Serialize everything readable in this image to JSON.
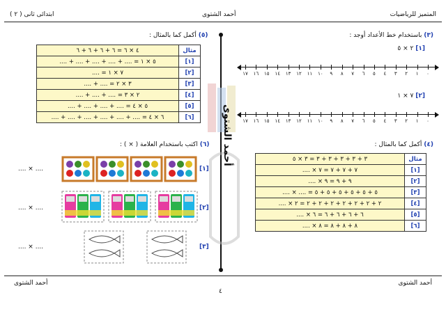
{
  "header": {
    "left": "( ٢ ) ابتدائى ثانى",
    "center": "أحمد الشتوى",
    "right": "المتميز للرياضيات"
  },
  "footer": {
    "left": "أحمد الشتوى",
    "center": "٤",
    "right": "أحمد الشتوى"
  },
  "watermark": {
    "text": "أحمد الشتوى"
  },
  "q3": {
    "num": "(٣)",
    "title": "باستخدام خط الأعداد أوجد :",
    "item1": {
      "label": "[١]",
      "expr": "٢ × ٥"
    },
    "item2": {
      "label": "[٢]",
      "expr": "٧ × ١"
    },
    "ticks": [
      "٠",
      "١",
      "٢",
      "٣",
      "٤",
      "٥",
      "٦",
      "٧",
      "٨",
      "٩",
      "١٠",
      "١١",
      "١٢",
      "١٣",
      "١٤",
      "١٥",
      "١٦",
      "١٧"
    ]
  },
  "q4": {
    "num": "(٤)",
    "title": "أكمل كما بالمثال :",
    "rows": [
      {
        "label": "مثال",
        "expr": "٣ + ٣ + ٣ + ٣ + ٣ = ٣ × ٥"
      },
      {
        "label": "[١]",
        "expr": "٧ + ٧ + ٧ = ٧ × ...."
      },
      {
        "label": "[٢]",
        "expr": "٩ + ٩ = ٩ × ...."
      },
      {
        "label": "[٣]",
        "expr": "٥ + ٥ + ٥ + ٥ + ٥ + ٥ = .... × ...."
      },
      {
        "label": "[٤]",
        "expr": "٢ + ٢ + ٢ + ٢ + ٢ + ٢ + ٢ = ٢ × ...."
      },
      {
        "label": "[٥]",
        "expr": "٦ + ٦ + ٦ + ٦ = ٦ × ...."
      },
      {
        "label": "[٦]",
        "expr": "٨ + ٨ + ٨ = ٨ × ...."
      }
    ]
  },
  "q5": {
    "num": "(٥)",
    "title": "أكمل كما بالمثال :",
    "rows": [
      {
        "label": "مثال",
        "expr": "٤ × ٦ = ٦ + ٦ + ٦ + ٦"
      },
      {
        "label": "[١]",
        "expr": "٥ × ١ = .... + .... + .... + .... + ...."
      },
      {
        "label": "[٢]",
        "expr": "٧ × ١ = ...."
      },
      {
        "label": "[٣]",
        "expr": "٣ × ٢ = .... + ...."
      },
      {
        "label": "[٤]",
        "expr": "٢ × ٣ = .... + .... + ...."
      },
      {
        "label": "[٥]",
        "expr": "٥ × ٤ = .... + .... + .... + ...."
      },
      {
        "label": "[٦]",
        "expr": "٦ × ٤ = .... + .... + .... + .... + .... + ...."
      }
    ]
  },
  "q6": {
    "num": "(٦)",
    "title": "اكتب باستخدام العلامة ( × ) :",
    "items": [
      {
        "label": "[١]",
        "answer": ".... × ...."
      },
      {
        "label": "[٢]",
        "answer": ".... × ...."
      },
      {
        "label": "[٣]",
        "answer": ".... × ...."
      }
    ]
  },
  "colors": {
    "table_fill": "#fdf8c8",
    "label_blue": "#1f3fb0",
    "jar": "#c77a2a"
  }
}
